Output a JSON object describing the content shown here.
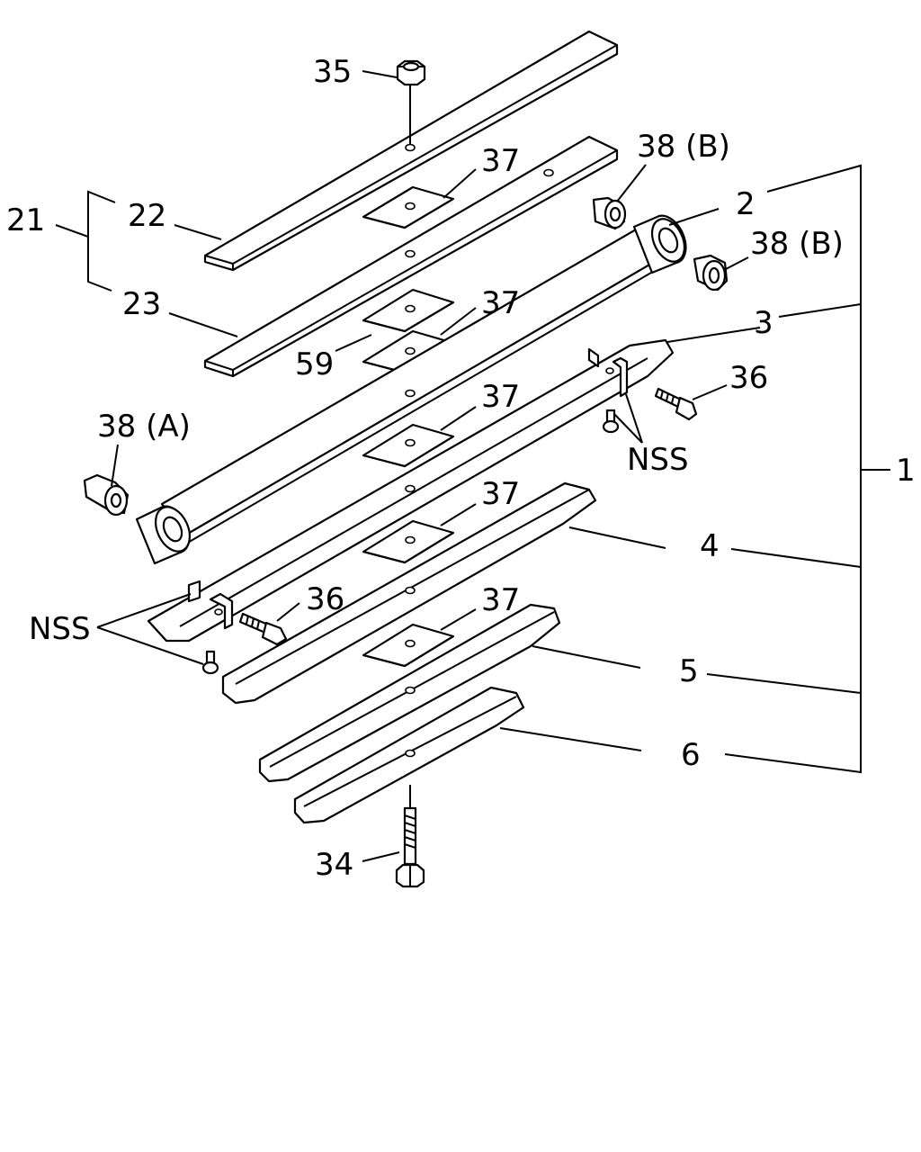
{
  "labels": {
    "assembly": "1",
    "leaf_main": "2",
    "leaf_second": "3",
    "leaf_4": "4",
    "leaf_5": "5",
    "leaf_6": "6",
    "helper_assembly": "21",
    "helper_leaf_upper": "22",
    "helper_leaf_lower": "23",
    "center_bolt": "34",
    "nut": "35",
    "clip_bolt_right": "36",
    "clip_bolt_left": "36",
    "liner_1": "37",
    "liner_2": "37",
    "liner_3": "37",
    "liner_4": "37",
    "liner_5": "37",
    "bushing_a": "38 (A)",
    "bushing_b_upper": "38 (B)",
    "bushing_b_lower": "38 (B)",
    "spacer": "59",
    "nss_right": "NSS",
    "nss_left": "NSS"
  },
  "colors": {
    "line": "#000000",
    "fill": "#ffffff"
  }
}
